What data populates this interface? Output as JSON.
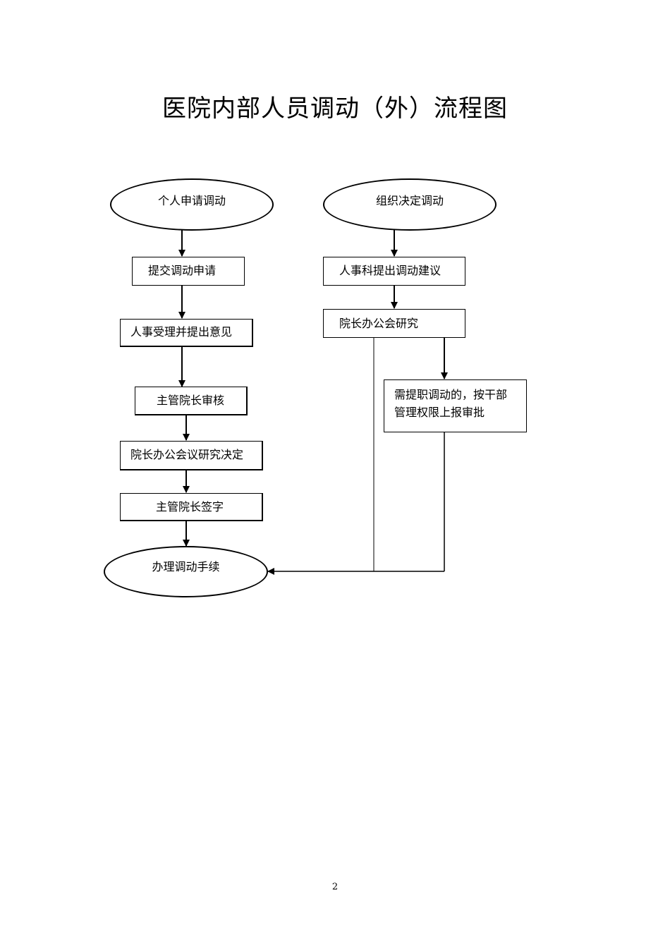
{
  "title": "医院内部人员调动（外）流程图",
  "page_number": "2",
  "nodes": {
    "personal_apply": "个人申请调动",
    "org_decide": "组织决定调动",
    "submit_apply": "提交调动申请",
    "hr_propose": "人事科提出调动建议",
    "hr_accept": "人事受理并提出意见",
    "president_office_study": "院长办公会研究",
    "promotion_note": "需提职调动的，按干部\n管理权限上报审批",
    "vp_review": "主管院长审核",
    "president_office_decide": "院长办公会议研究决定",
    "vp_sign": "主管院长签字",
    "handle_procedures": "办理调动手续"
  }
}
